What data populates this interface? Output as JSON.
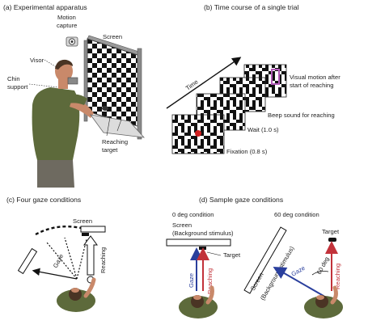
{
  "panels": {
    "a": {
      "title": "(a) Experimental apparatus",
      "labels": {
        "motion_capture_1": "Motion",
        "motion_capture_2": "capture",
        "screen": "Screen",
        "visor": "Visor",
        "chin_1": "Chin",
        "chin_2": "support",
        "target_1": "Reaching",
        "target_2": "target"
      }
    },
    "b": {
      "title": "(b) Time course of a single trial",
      "time_label": "Time",
      "annotations": {
        "motion_1": "Visual motion after",
        "motion_2": "start of reaching",
        "beep": "Beep sound for reaching",
        "wait": "Wait (1.0 s)",
        "fixation": "Fixation (0.8 s)"
      }
    },
    "c": {
      "title": "(c) Four gaze conditions",
      "labels": {
        "screen": "Screen",
        "gaze": "Gaze",
        "reaching": "Reaching"
      }
    },
    "d": {
      "title": "(d) Sample gaze conditions",
      "left": {
        "subtitle": "0 deg condition",
        "screen_1": "Screen",
        "screen_2": "(Background stimulus)",
        "target": "Target",
        "gaze": "Gaze",
        "reaching": "Reaching"
      },
      "right": {
        "subtitle": "60 deg condition",
        "target": "Target",
        "screen": "Screen",
        "background": "(Background stimulus)",
        "gaze": "Gaze",
        "angle": "60 deg",
        "reaching": "Reaching"
      }
    }
  },
  "colors": {
    "gaze_arrow": "#2a3f9d",
    "reaching_arrow": "#c2323a",
    "fixation_dot": "#d11f1f",
    "motion_marker": "#b25ab8",
    "skin": "#c9896a",
    "shirt": "#5d6a3b",
    "pants": "#6e6a60",
    "hair": "#4a3424"
  }
}
